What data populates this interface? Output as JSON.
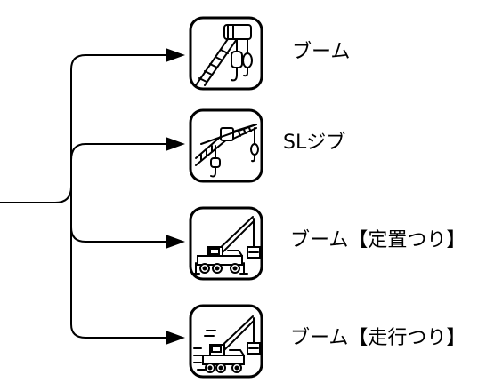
{
  "options": [
    {
      "id": "boom",
      "label": "ブーム",
      "icon": "boom-hook-icon"
    },
    {
      "id": "sl-jib",
      "label": "SLジブ",
      "icon": "sl-jib-icon"
    },
    {
      "id": "boom-stationary",
      "label": "ブーム【定置つり】",
      "icon": "crane-stationary-icon"
    },
    {
      "id": "boom-traveling",
      "label": "ブーム【走行つり】",
      "icon": "crane-traveling-icon"
    }
  ]
}
